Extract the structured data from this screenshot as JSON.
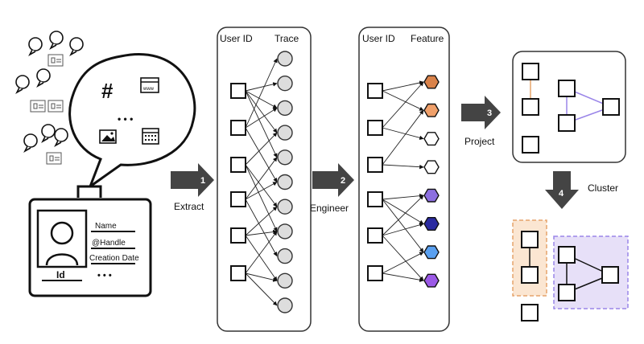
{
  "panels": {
    "trace": {
      "col1": "User ID",
      "col2": "Trace"
    },
    "feature": {
      "col1": "User ID",
      "col2": "Feature"
    }
  },
  "card": {
    "fields": [
      "Name",
      "@Handle",
      "Creation Date"
    ],
    "id_label": "Id",
    "more": "• • •"
  },
  "bubble": {
    "hash": "#",
    "www": "www",
    "ellipsis": "• • •"
  },
  "steps": [
    {
      "number": "1",
      "label": "Extract"
    },
    {
      "number": "2",
      "label": "Engineer"
    },
    {
      "number": "3",
      "label": "Project"
    },
    {
      "number": "4",
      "label": "Cluster"
    }
  ],
  "feature_colors": [
    "#d9824a",
    "#f0a06a",
    "#ffffff",
    "#ffffff",
    "#8c6fe0",
    "#2a2aa0",
    "#5aa0f0",
    "#9b59e6"
  ],
  "colors": {
    "arrow": "#444444",
    "trace_node": "#dddddd",
    "orange_edge": "#e6a46b",
    "purple_edge": "#9a85e8",
    "cluster_orange": "#fbe6d2",
    "cluster_purple": "#e7e0f8"
  }
}
